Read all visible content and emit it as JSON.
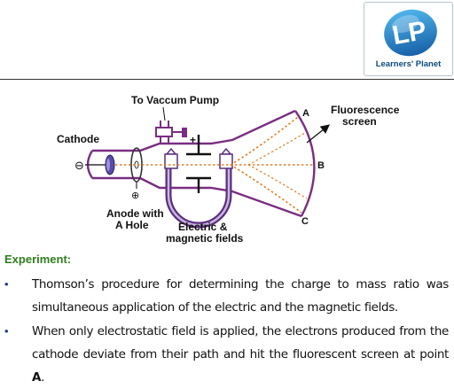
{
  "logo": {
    "mark": "LP",
    "caption": "Learners' Planet",
    "colors": {
      "blue": "#1f6fb5",
      "accent": "#3aa0e0"
    }
  },
  "diagram": {
    "pump_label": "To Vaccum Pump",
    "cathode_label": "Cathode",
    "screen_label_line1": "Fluorescence",
    "screen_label_line2": "screen",
    "point_a": "A",
    "point_b": "B",
    "point_c": "C",
    "anode_label_line1": "Anode with",
    "anode_label_line2": "A Hole",
    "fields_label_line1": "Electric &",
    "fields_label_line2": "magnetic fields",
    "plus_sign": "+",
    "minus_sign": "⊖",
    "earth_sign": "⊕",
    "colors": {
      "tube": "#7a2d82",
      "beam": "#e07a1f",
      "magnet": "#5a2f7e"
    }
  },
  "experiment": {
    "heading": "Experiment:",
    "bullet_symbol": "•",
    "bullet1": "Thomson’s procedure for determining the charge to mass ratio was simultaneous application of the electric and the magnetic fields.",
    "bullet2_text": "When only electrostatic field is applied, the electrons produced from the cathode deviate from their path and hit the fluorescent screen at point ",
    "bullet2_point": "A",
    "bullet2_end": "."
  }
}
